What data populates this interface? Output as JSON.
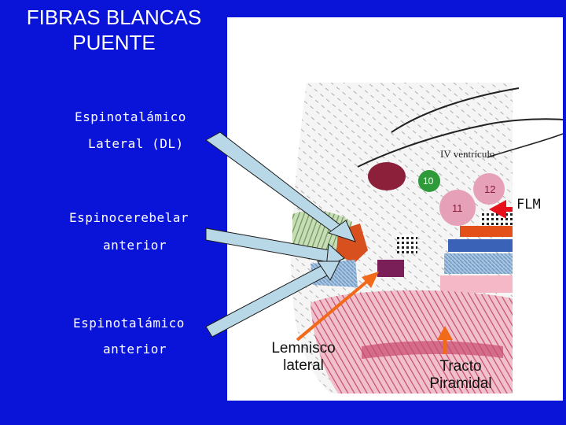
{
  "title": {
    "line1": "FIBRAS BLANCAS",
    "line2": "PUENTE"
  },
  "labels": {
    "espino_dl_1": "Espinotalámico",
    "espino_dl_2": "Lateral (DL)",
    "espinocerebelar_1": "Espinocerebelar",
    "espinocerebelar_2": "anterior",
    "espino_ant_1": "Espinotalámico",
    "espino_ant_2": "anterior",
    "flm": "FLM",
    "lemnisco_1": "Lemnisco",
    "lemnisco_2": "lateral",
    "tracto_1": "Tracto",
    "tracto_2": "Piramidal",
    "ventricle": "IV ventrículo",
    "n10": "10",
    "n11": "11",
    "n12": "12"
  },
  "colors": {
    "background": "#0a14d8",
    "panel": "#ffffff",
    "red_arrow": "#e8101a",
    "orange_arrow": "#f06a1a",
    "pointer_arrow": "#b8d8e8"
  }
}
